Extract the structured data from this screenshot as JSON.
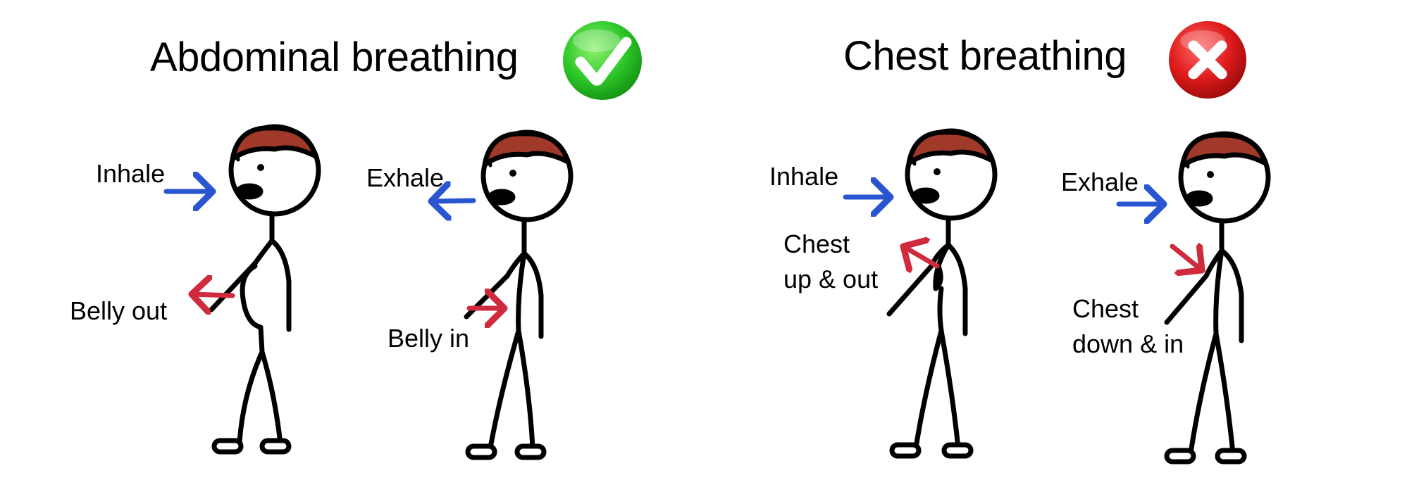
{
  "panels": {
    "good": {
      "title": "Abdominal breathing",
      "badge": "check-icon",
      "color": "#2ecc40",
      "figures": [
        {
          "breath": "Inhale",
          "body": "Belly out"
        },
        {
          "breath": "Exhale",
          "body": "Belly in"
        }
      ]
    },
    "bad": {
      "title": "Chest breathing",
      "badge": "cross-icon",
      "color": "#e01b1b",
      "figures": [
        {
          "breath": "Inhale",
          "body_line1": "Chest",
          "body_line2": "up & out"
        },
        {
          "breath": "Exhale",
          "body_line1": "Chest",
          "body_line2": "down & in"
        }
      ]
    }
  },
  "colors": {
    "breath_arrow": "#2a55d1",
    "body_arrow": "#d02a3d",
    "hair": "#a0392a",
    "stroke": "#000000"
  }
}
